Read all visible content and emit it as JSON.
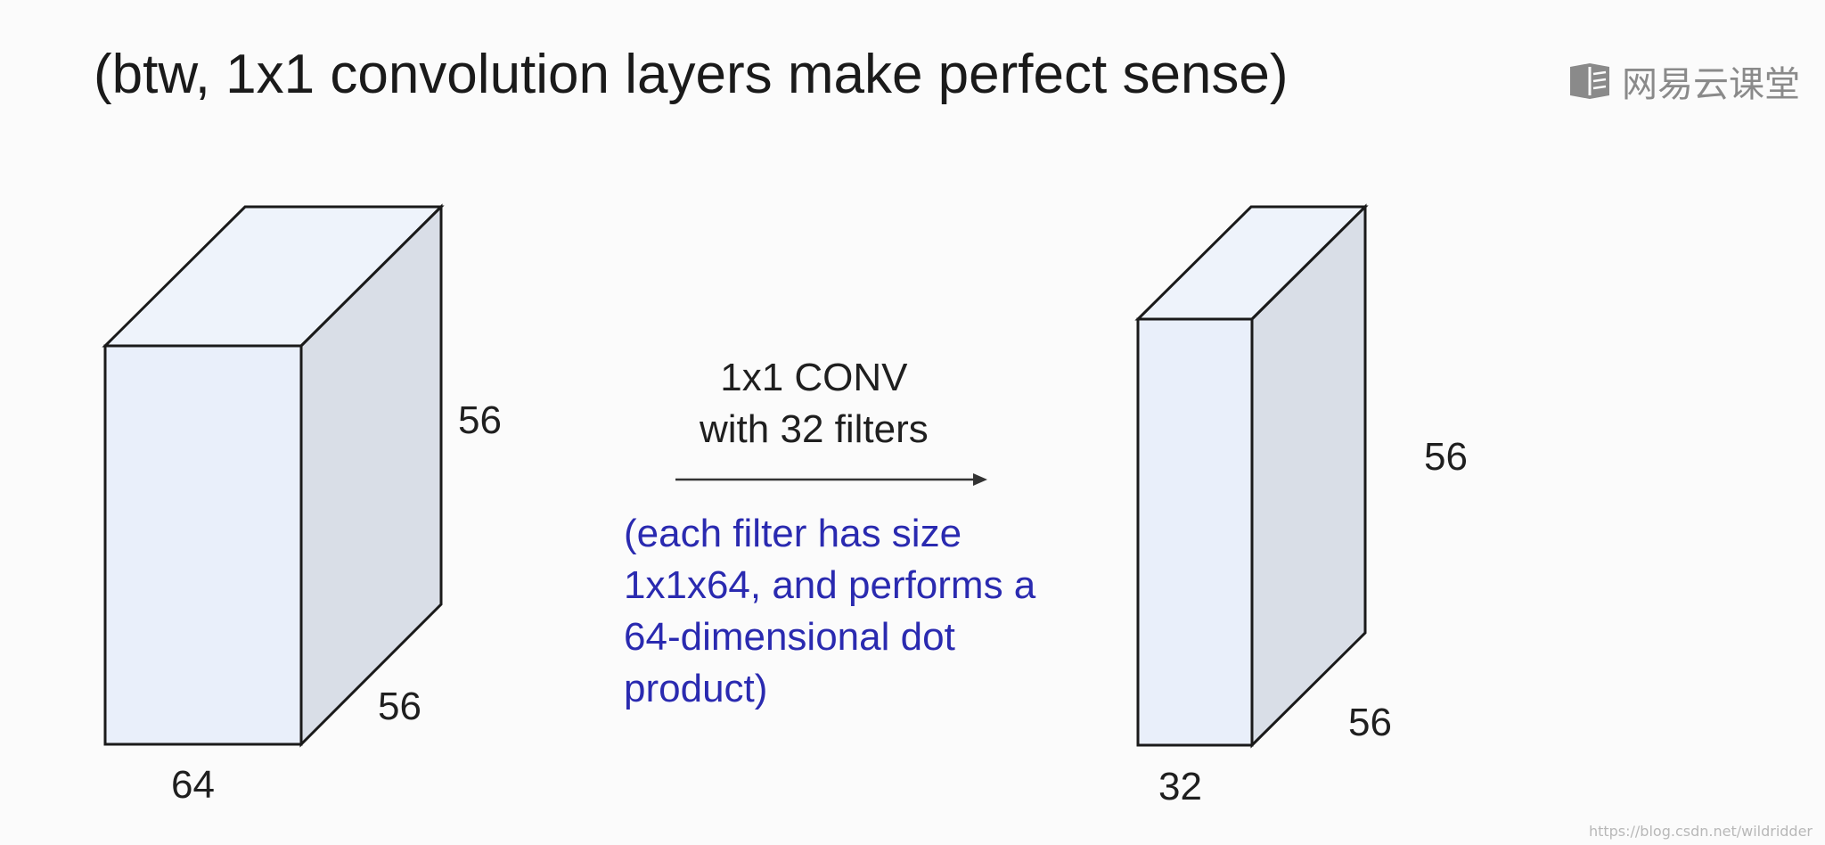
{
  "slide": {
    "title": "(btw, 1x1 convolution layers make perfect sense)",
    "watermark": {
      "text": "网易云课堂",
      "icon": "book-logo-icon"
    }
  },
  "input_volume": {
    "height_label": "56",
    "width_label": "56",
    "depth_label": "64"
  },
  "operation": {
    "line1": "1x1 CONV",
    "line2": "with 32 filters",
    "note_lines": [
      "(each filter has size",
      "1x1x64, and performs a",
      "64-dimensional dot",
      "product)"
    ]
  },
  "output_volume": {
    "height_label": "56",
    "width_label": "56",
    "depth_label": "32"
  },
  "credit": "https://blog.csdn.net/wildridder",
  "colors": {
    "front_face": "#e9effa",
    "top_face": "#eef3fb",
    "side_face": "#d9dee7",
    "edge": "#1a1a1a",
    "note_text": "#2a2ab0"
  }
}
